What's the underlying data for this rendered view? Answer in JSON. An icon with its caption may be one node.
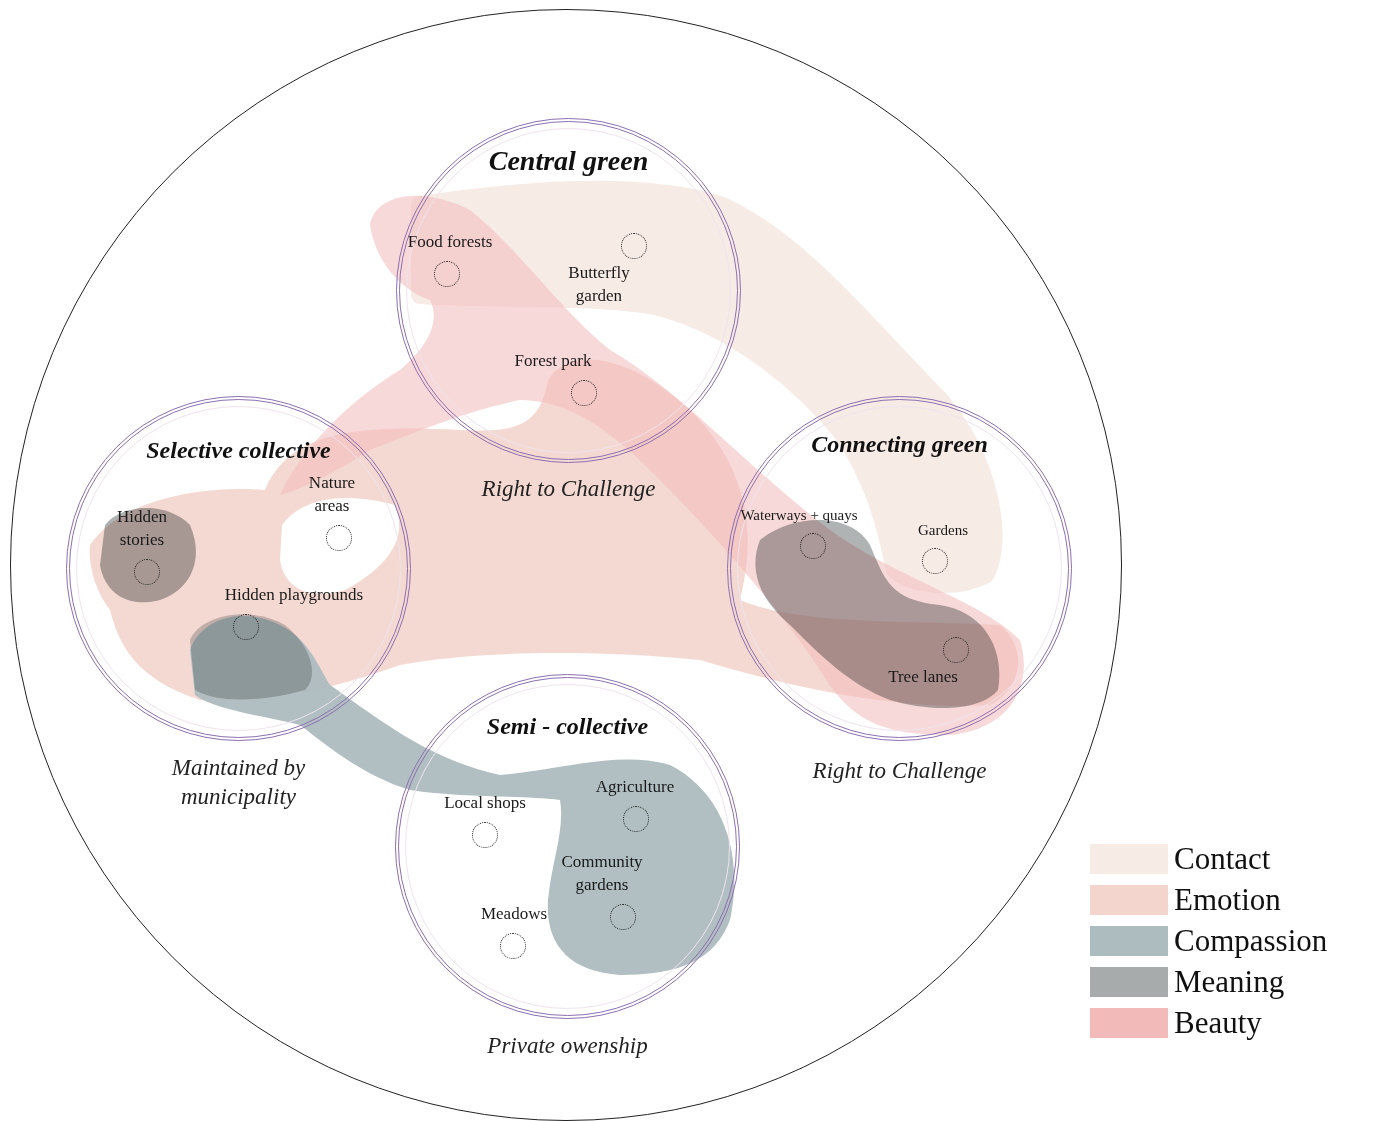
{
  "diagram": {
    "nodes": [
      {
        "text": [],
        "shape": "circle"
      },
      {
        "text": [
          "Central green"
        ],
        "beside": [
          "Right to Challenge"
        ],
        "in": 0
      },
      {
        "text": [
          "Food forests"
        ],
        "in": 1
      },
      {
        "text": [
          "Butterfly garden"
        ],
        "in": 1
      },
      {
        "text": [
          "Forest park"
        ],
        "in": 1
      },
      {
        "text": [
          "Selective collective"
        ],
        "beside": [
          "Maintained by municipality"
        ],
        "in": 0
      },
      {
        "text": [
          "Hidden stories"
        ],
        "in": 5
      },
      {
        "text": [
          "Nature areas"
        ],
        "in": 5
      },
      {
        "text": [
          "Hidden playgrounds"
        ],
        "in": 5
      },
      {
        "text": [
          "Connecting green"
        ],
        "beside": [
          "Right to Challenge"
        ],
        "in": 0
      },
      {
        "text": [
          "Waterways + quays"
        ],
        "in": 9
      },
      {
        "text": [
          "Gardens"
        ],
        "in": 9
      },
      {
        "text": [
          "Tree lanes"
        ],
        "in": 9
      },
      {
        "text": [
          "Semi - collective"
        ],
        "beside": [
          "Private owenship"
        ],
        "in": 0
      },
      {
        "text": [
          "Local shops"
        ],
        "in": 13
      },
      {
        "text": [
          "Agriculture"
        ],
        "in": 13
      },
      {
        "text": [
          "Community gardens"
        ],
        "in": 13
      },
      {
        "text": [
          "Meadows"
        ],
        "in": 13
      }
    ],
    "legend": [
      {
        "text": "Contact",
        "color": "#f7ebe6"
      },
      {
        "text": "Emotion",
        "color": "#f3d5cd"
      },
      {
        "text": "Compassion",
        "color": "#adbcbf"
      },
      {
        "text": "Meaning",
        "color": "#a7abab"
      },
      {
        "text": "Beauty",
        "color": "#f3baba"
      }
    ]
  }
}
